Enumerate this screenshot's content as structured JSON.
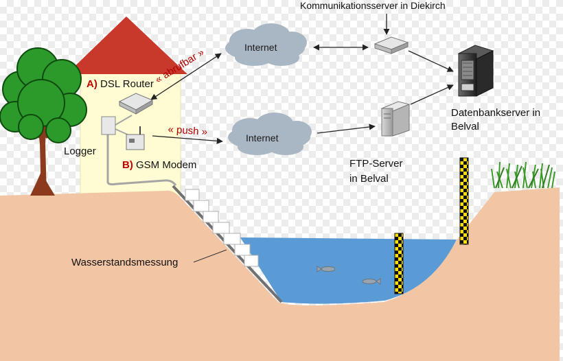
{
  "labels": {
    "kommunikationsserver": "Kommunikationsserver in Diekirch",
    "internet_top": "Internet",
    "internet_bottom": "Internet",
    "router_tag": "A)",
    "router_name": "DSL Router",
    "abrufbar": "« abrufbar »",
    "push": "« push »",
    "logger": "Logger",
    "modem_tag": "B)",
    "modem_name": "GSM Modem",
    "datenbank_line1": "Datenbankserver in",
    "datenbank_line2": "Belval",
    "ftp_line1": "FTP-Server",
    "ftp_line2": "in Belval",
    "wasserstand": "Wasserstandsmessung"
  },
  "colors": {
    "ground": "#f2c6a4",
    "water": "#5b9bd5",
    "house_wall": "#fffbd2",
    "roof": "#c8382b",
    "cloud": "#a9b6c4",
    "tree_leaves": "#2b9a2b",
    "tree_trunk": "#8b3a1e",
    "gauge_yellow": "#ffe100",
    "gauge_black": "#111111",
    "label_red": "#c00000"
  },
  "icons": [
    "house",
    "tree",
    "cloud",
    "router",
    "modem",
    "logger-box",
    "server",
    "database-server",
    "gauge-pole",
    "stairs",
    "grass",
    "fish"
  ]
}
